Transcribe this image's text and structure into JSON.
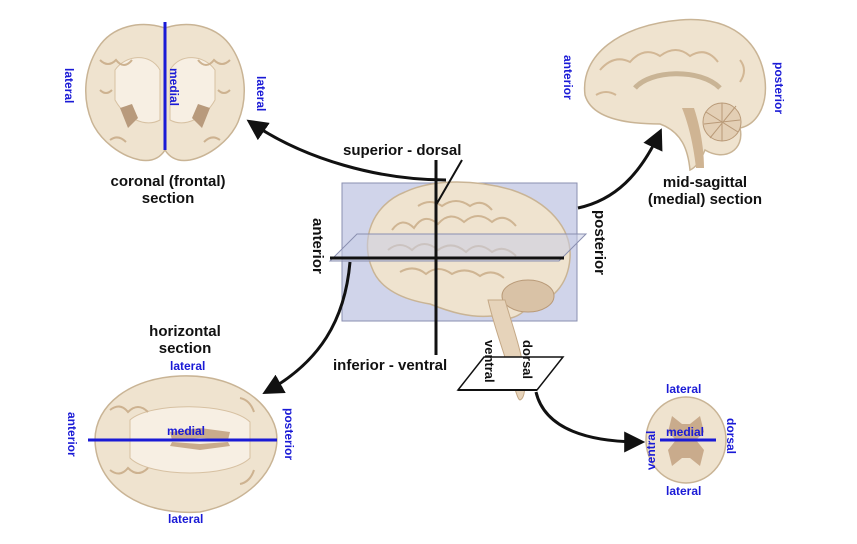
{
  "colors": {
    "axis_blue": "#1a1ad6",
    "arrow": "#111111",
    "plane_fill": "#c8cde6",
    "tissue": "#efe3cf",
    "tissue_dark": "#c9a98a"
  },
  "center": {
    "superior": "superior - dorsal",
    "inferior": "inferior - ventral",
    "anterior": "anterior",
    "posterior": "posterior",
    "spinal_ventral": "ventral",
    "spinal_dorsal": "dorsal"
  },
  "coronal": {
    "title_line1": "coronal (frontal)",
    "title_line2": "section",
    "medial": "medial",
    "lateral_left": "lateral",
    "lateral_right": "lateral"
  },
  "sagittal": {
    "title_line1": "mid-sagittal",
    "title_line2": "(medial) section",
    "anterior": "anterior",
    "posterior": "posterior"
  },
  "horizontal": {
    "title_line1": "horizontal",
    "title_line2": "section",
    "lateral_top": "lateral",
    "lateral_bottom": "lateral",
    "medial": "medial",
    "anterior": "anterior",
    "posterior": "posterior"
  },
  "spinal": {
    "lateral_top": "lateral",
    "lateral_bottom": "lateral",
    "medial": "medial",
    "ventral": "ventral",
    "dorsal": "dorsal"
  }
}
